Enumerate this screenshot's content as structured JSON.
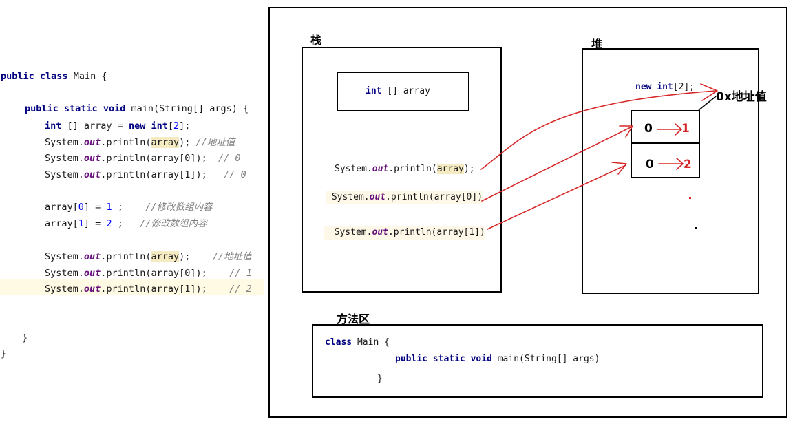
{
  "code": {
    "class_decl": [
      "public",
      "class",
      "Main {"
    ],
    "main_decl": [
      "public",
      "static",
      "void",
      "main(String[] args) {"
    ],
    "line_int": [
      "int",
      "[] array = ",
      "new",
      "int",
      "[",
      "2",
      "];"
    ],
    "sys": "System.",
    "out": "out",
    "println": ".println(",
    "array": "array",
    "arr0": "array[0]",
    "arr1": "array[1]",
    "end_semi": ");",
    "comment_addr": "//地址值",
    "comment_0": "// 0",
    "comment_1": "// 1",
    "comment_2": "// 2",
    "assign0": [
      "array[",
      "0",
      "] = ",
      "1",
      " ;"
    ],
    "assign1": [
      "array[",
      "1",
      "] = ",
      "2",
      " ;"
    ],
    "comment_modify": "//修改数组内容",
    "close_inner": "}",
    "close_outer": "}"
  },
  "stack": {
    "label": "栈",
    "var_box": [
      "int",
      " [] array"
    ],
    "print_array": "System.out.println(array);",
    "print_arr0": "System.out.println(array[0])",
    "print_arr1": "System.out.println(array[1])"
  },
  "heap": {
    "label": "堆",
    "new_expr": [
      "new",
      "int",
      "[2];"
    ],
    "address_label": "0x地址值",
    "cells": [
      {
        "old": "0",
        "new": "1"
      },
      {
        "old": "0",
        "new": "2"
      }
    ]
  },
  "method_area": {
    "label": "方法区",
    "line1": [
      "class",
      " Main {"
    ],
    "line2": [
      "public",
      "static",
      "void",
      "main(String[] args)"
    ],
    "line3": "}"
  },
  "colors": {
    "arrow": "#d62828",
    "keyword": "#000080",
    "field": "#660e7a",
    "number": "#0000ff",
    "comment": "#808080",
    "highlight": "#f5ebc3"
  }
}
